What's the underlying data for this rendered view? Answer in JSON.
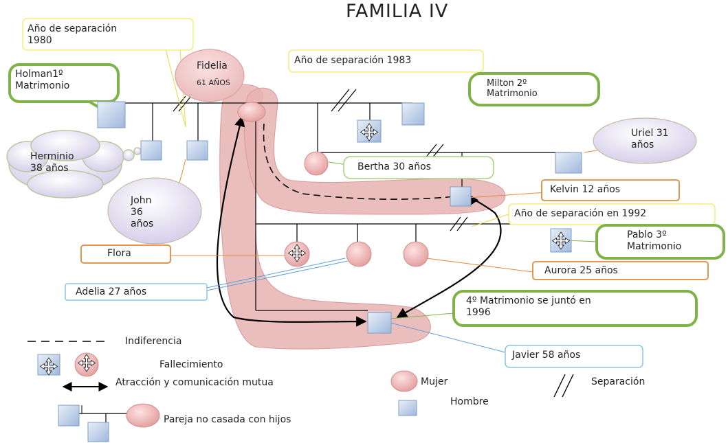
{
  "title": "FAMILIA IV",
  "people": {
    "fidelia": "Fidelia",
    "fidelia_age": "61 AÑOS",
    "holman": "Holman1º\nMatrimonio",
    "milton": "Milton 2º\nMatrimonio",
    "pablo": "Pablo 3º\nMatrimonio",
    "javier_marriage": "4º Matrimonio se juntó en\n1996",
    "herminio": "Herminio\n38 años",
    "john": "John\n36\naños",
    "bertha": "Bertha 30 años",
    "uriel": "Uriel  31\naños",
    "kelvin": "Kelvin  12 años",
    "flora": "Flora",
    "adelia": "Adelia 27 años",
    "aurora": "Aurora 25 años",
    "javier": "Javier 58 años"
  },
  "notes": {
    "sep_1980": "Año de separación\n1980",
    "sep_1983": "Año de separación 1983",
    "sep_1992": "Año de separación  en 1992"
  },
  "legend": {
    "indifference": "Indiferencia",
    "death": "Fallecimiento",
    "mutual": "Atracción y comunicación mutua",
    "woman": "Mujer",
    "man": "Hombre",
    "separation": "Separación",
    "unmarried": "Pareja no casada con hijos"
  },
  "colors": {
    "callout_green": "#7fb347",
    "callout_orange": "#e08a3a",
    "callout_yellow": "#f2ee7a",
    "callout_blue": "#8cc4e8",
    "pink_area": "#e7b3b3",
    "woman_fill": "#f2b9b9",
    "man_fill": "#c9d8ec"
  }
}
